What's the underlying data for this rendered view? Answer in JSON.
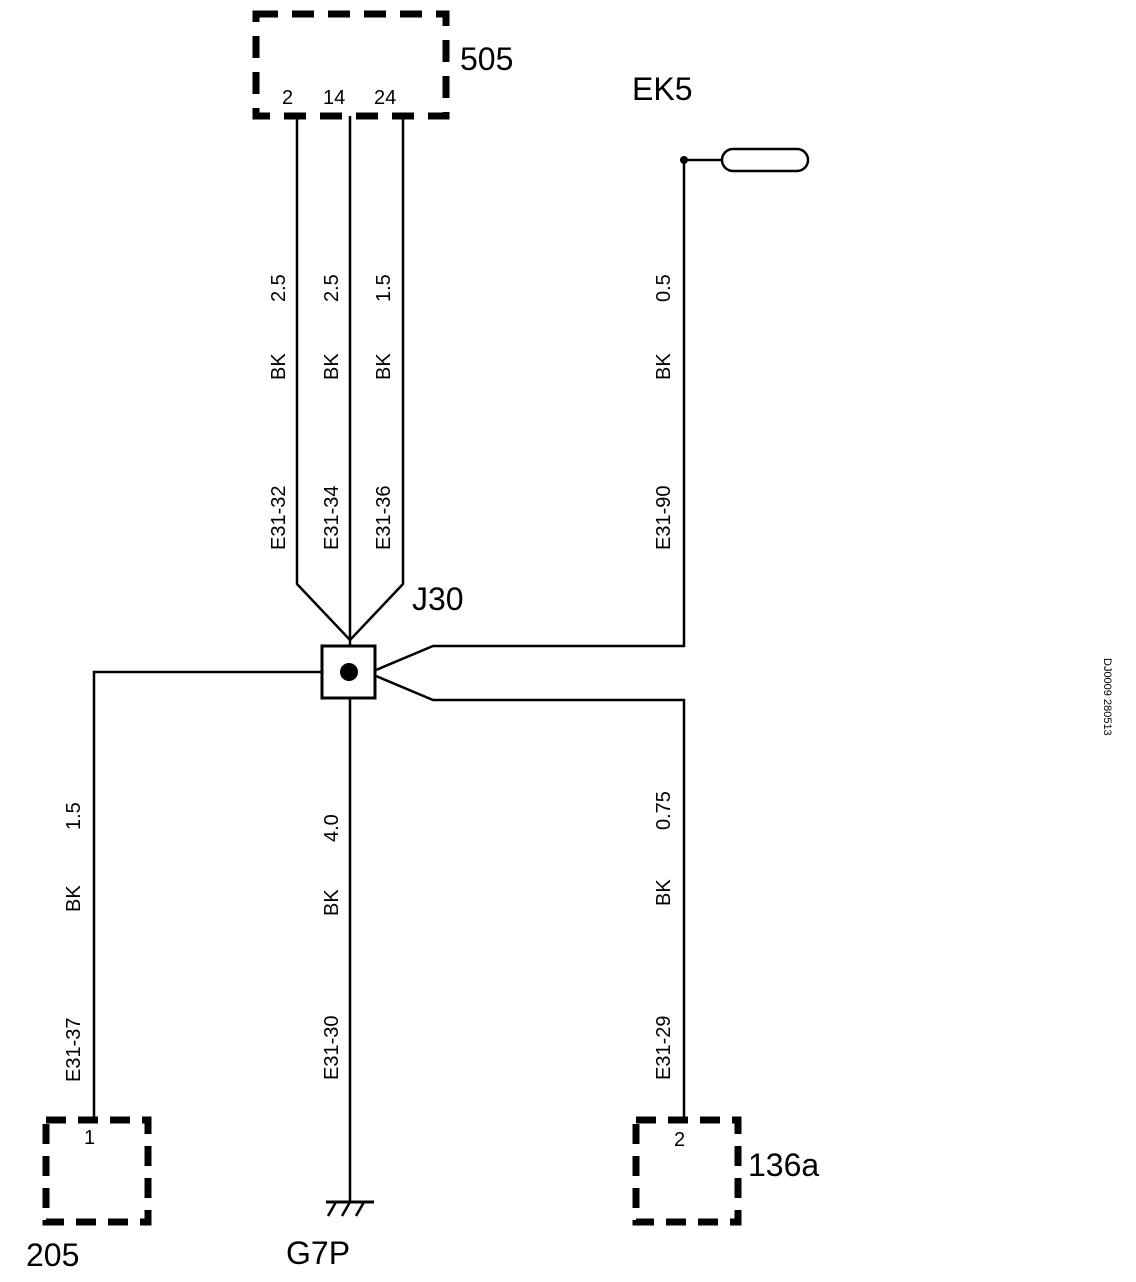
{
  "components": {
    "c505": {
      "label": "505",
      "pins": [
        "2",
        "14",
        "24"
      ]
    },
    "ek5": {
      "label": "EK5"
    },
    "j30": {
      "label": "J30"
    },
    "c205": {
      "label": "205",
      "pin": "1"
    },
    "g7p": {
      "label": "G7P"
    },
    "c136a": {
      "label": "136a",
      "pin": "2"
    }
  },
  "wires": [
    {
      "id": "E31-32",
      "color": "BK",
      "size": "2.5"
    },
    {
      "id": "E31-34",
      "color": "BK",
      "size": "2.5"
    },
    {
      "id": "E31-36",
      "color": "BK",
      "size": "1.5"
    },
    {
      "id": "E31-90",
      "color": "BK",
      "size": "0.5"
    },
    {
      "id": "E31-37",
      "color": "BK",
      "size": "1.5"
    },
    {
      "id": "E31-30",
      "color": "BK",
      "size": "4.0"
    },
    {
      "id": "E31-29",
      "color": "BK",
      "size": "0.75"
    }
  ],
  "reference_code": "DJ0009 280513"
}
